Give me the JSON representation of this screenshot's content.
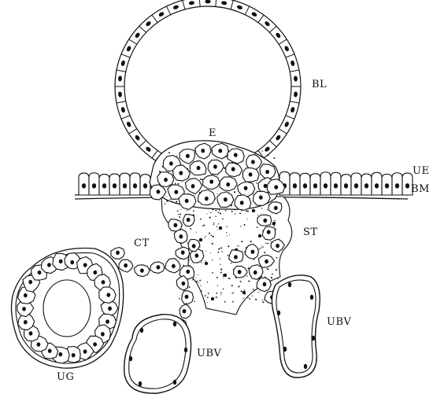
{
  "labels": {
    "bl": "BL",
    "e": "E",
    "ue": "UE",
    "bm": "BM",
    "st": "ST",
    "ct": "CT",
    "ug": "UG",
    "ubv_left": "UBV",
    "ubv_right": "UBV"
  },
  "colors": {
    "ink": "#111111",
    "paper": "#ffffff"
  }
}
